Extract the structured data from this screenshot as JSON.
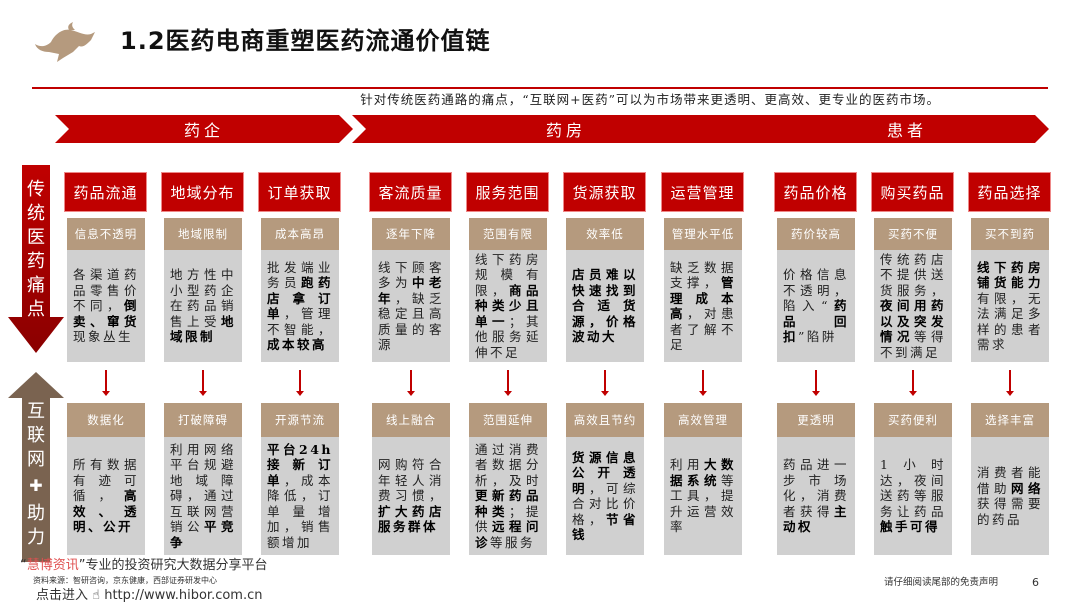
{
  "title": "1.2医药电商重塑医药流通价值链",
  "subtitle": "针对传统医药通路的痛点，“互联网+医药”可以为市场带来更透明、更高效、更专业的医药市场。",
  "segments": [
    "药企",
    "药房",
    "患者"
  ],
  "side_labels": {
    "pain": "传统医药痛点",
    "help_top": "互联网",
    "help_plus": "✚",
    "help_bottom": "助力"
  },
  "colors": {
    "red": "#c00000",
    "brown": "#b59a7e",
    "gray": "#d0d0d0"
  },
  "columns": [
    {
      "header": "药品流通",
      "pain_label": "信息不透明",
      "pain": [
        {
          "t": "各渠道药品零售价不同，"
        },
        {
          "t": "倒卖、窜货",
          "b": true
        },
        {
          "t": "现象丛生"
        }
      ],
      "help_label": "数据化",
      "help": [
        {
          "t": "所有数据有迹可循，"
        },
        {
          "t": "高效、透明、公开",
          "b": true
        }
      ]
    },
    {
      "header": "地域分布",
      "pain_label": "地域限制",
      "pain": [
        {
          "t": "地方性中小型药企在药品销售上受"
        },
        {
          "t": "地域限制",
          "b": true
        }
      ],
      "help_label": "打破障碍",
      "help": [
        {
          "t": "利用网络平台规避地域障碍，通过互联网营销公"
        },
        {
          "t": "平竞争",
          "b": true
        }
      ]
    },
    {
      "header": "订单获取",
      "pain_label": "成本高昂",
      "pain": [
        {
          "t": "批发端业务员"
        },
        {
          "t": "跑药店拿订单",
          "b": true
        },
        {
          "t": "，管理不智能，"
        },
        {
          "t": "成本较高",
          "b": true
        }
      ],
      "help_label": "开源节流",
      "help": [
        {
          "t": "平台24h接新订单",
          "b": true
        },
        {
          "t": "，成本降低，订单量增加，销售额增加"
        }
      ]
    },
    {
      "header": "客流质量",
      "pain_label": "逐年下降",
      "pain": [
        {
          "t": "线下顾客多为"
        },
        {
          "t": "中老年",
          "b": true
        },
        {
          "t": "，缺乏稳定且高质量的客源"
        }
      ],
      "help_label": "线上融合",
      "help": [
        {
          "t": "网购符合年轻人消费习惯，"
        },
        {
          "t": "扩大药店服务群体",
          "b": true
        }
      ]
    },
    {
      "header": "服务范围",
      "pain_label": "范围有限",
      "pain": [
        {
          "t": "线下药房规模有限，"
        },
        {
          "t": "商品种类少且单一",
          "b": true
        },
        {
          "t": "；其他服务延伸不足"
        }
      ],
      "help_label": "范围延伸",
      "help": [
        {
          "t": "通过消费者数据分析，及时"
        },
        {
          "t": "更新药品种类",
          "b": true
        },
        {
          "t": "；提供"
        },
        {
          "t": "远程问诊",
          "b": true
        },
        {
          "t": "等服务"
        }
      ]
    },
    {
      "header": "货源获取",
      "pain_label": "效率低",
      "pain": [
        {
          "t": "店员难以快速找到合适货源，价格波动大",
          "b": true
        }
      ],
      "help_label": "高效且节约",
      "help": [
        {
          "t": "货源信息公开透明",
          "b": true
        },
        {
          "t": "，可综合对比价格，"
        },
        {
          "t": "节省钱",
          "b": true
        }
      ]
    },
    {
      "header": "运营管理",
      "pain_label": "管理水平低",
      "pain": [
        {
          "t": "缺乏数据支撑，"
        },
        {
          "t": "管理成本高",
          "b": true
        },
        {
          "t": "，对患者了解不足"
        }
      ],
      "help_label": "高效管理",
      "help": [
        {
          "t": "利用"
        },
        {
          "t": "大数据系统",
          "b": true
        },
        {
          "t": "等工具，提升运营效率"
        }
      ]
    },
    {
      "header": "药品价格",
      "pain_label": "药价较高",
      "pain": [
        {
          "t": "价格信息不透明，陷入“"
        },
        {
          "t": "药品回扣",
          "b": true
        },
        {
          "t": "”陷阱"
        }
      ],
      "help_label": "更透明",
      "help": [
        {
          "t": "药品进一步市场化，消费者获得"
        },
        {
          "t": "主动权",
          "b": true
        }
      ]
    },
    {
      "header": "购买药品",
      "pain_label": "买药不便",
      "pain": [
        {
          "t": "传统药店不提供送货服务，"
        },
        {
          "t": "夜间用药以及突发情况",
          "b": true
        },
        {
          "t": "等得不到满足"
        }
      ],
      "help_label": "买药便利",
      "help": [
        {
          "t": "1小时达，夜间送药等服务让药品"
        },
        {
          "t": "触手可得",
          "b": true
        }
      ]
    },
    {
      "header": "药品选择",
      "pain_label": "买不到药",
      "pain": [
        {
          "t": "线下药房铺货能力",
          "b": true
        },
        {
          "t": "有限，无法满足多样的患者需求"
        }
      ],
      "help_label": "选择丰富",
      "help": [
        {
          "t": "消费者能借助"
        },
        {
          "t": "网络",
          "b": true
        },
        {
          "t": "获得需要的药品"
        }
      ]
    }
  ],
  "footer": {
    "watermark_brand": "慧博资讯",
    "watermark_text": "专业的投资研究大数据分享平台",
    "source": "资料来源：智研咨询，京东健康，西部证券研发中心",
    "link_prefix": "点击进入",
    "link": "http://www.hibor.com.cn",
    "disclaimer": "请仔细阅读尾部的免责声明",
    "page": "6"
  }
}
